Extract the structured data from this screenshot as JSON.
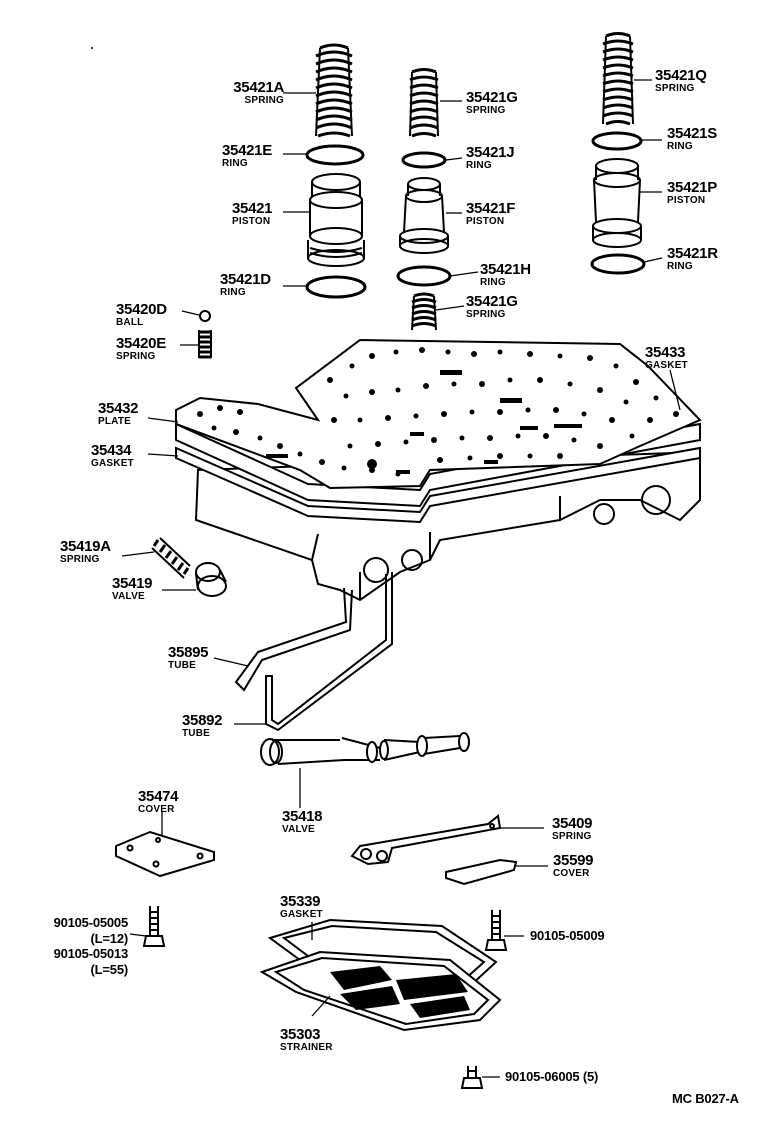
{
  "diagram_code": "MC B027-A",
  "parts": {
    "p35421A": {
      "num": "35421A",
      "name": "SPRING"
    },
    "p35421E": {
      "num": "35421E",
      "name": "RING"
    },
    "p35421": {
      "num": "35421",
      "name": "PISTON"
    },
    "p35421D": {
      "num": "35421D",
      "name": "RING"
    },
    "p35420D": {
      "num": "35420D",
      "name": "BALL"
    },
    "p35420E": {
      "num": "35420E",
      "name": "SPRING"
    },
    "p35421G_top": {
      "num": "35421G",
      "name": "SPRING"
    },
    "p35421J": {
      "num": "35421J",
      "name": "RING"
    },
    "p35421F": {
      "num": "35421F",
      "name": "PISTON"
    },
    "p35421H": {
      "num": "35421H",
      "name": "RING"
    },
    "p35421G_low": {
      "num": "35421G",
      "name": "SPRING"
    },
    "p35421Q": {
      "num": "35421Q",
      "name": "SPRING"
    },
    "p35421S": {
      "num": "35421S",
      "name": "RING"
    },
    "p35421P": {
      "num": "35421P",
      "name": "PISTON"
    },
    "p35421R": {
      "num": "35421R",
      "name": "RING"
    },
    "p35433": {
      "num": "35433",
      "name": "GASKET"
    },
    "p35432": {
      "num": "35432",
      "name": "PLATE"
    },
    "p35434": {
      "num": "35434",
      "name": "GASKET"
    },
    "p35419A": {
      "num": "35419A",
      "name": "SPRING"
    },
    "p35419": {
      "num": "35419",
      "name": "VALVE"
    },
    "p35895": {
      "num": "35895",
      "name": "TUBE"
    },
    "p35892": {
      "num": "35892",
      "name": "TUBE"
    },
    "p35418": {
      "num": "35418",
      "name": "VALVE"
    },
    "p35474": {
      "num": "35474",
      "name": "COVER"
    },
    "p35409": {
      "num": "35409",
      "name": "SPRING"
    },
    "p35599": {
      "num": "35599",
      "name": "COVER"
    },
    "p35339": {
      "num": "35339",
      "name": "GASKET"
    },
    "p35303": {
      "num": "35303",
      "name": "STRAINER"
    }
  },
  "bolts": {
    "b1_num": "90105-05005",
    "b1_len": "(L=12)",
    "b2_num": "90105-05013",
    "b2_len": "(L=55)",
    "b3": "90105-05009",
    "b4": "90105-06005 (5)"
  }
}
